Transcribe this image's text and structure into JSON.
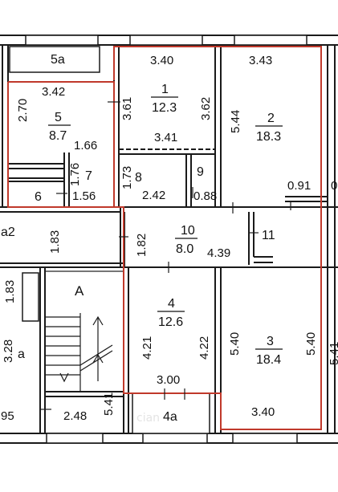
{
  "plan": {
    "rooms": [
      {
        "id": "room-5a",
        "number": "5a"
      },
      {
        "id": "room-1",
        "number": "1",
        "area": "12.3"
      },
      {
        "id": "room-2",
        "number": "2",
        "area": "18.3"
      },
      {
        "id": "room-5",
        "number": "5",
        "area": "8.7"
      },
      {
        "id": "room-6",
        "number": "6"
      },
      {
        "id": "room-7",
        "number": "7"
      },
      {
        "id": "room-8",
        "number": "8"
      },
      {
        "id": "room-9",
        "number": "9"
      },
      {
        "id": "room-10",
        "number": "10",
        "area": "8.0"
      },
      {
        "id": "room-11",
        "number": "11"
      },
      {
        "id": "room-a2",
        "number": "a2"
      },
      {
        "id": "room-a",
        "number": "a"
      },
      {
        "id": "room-4",
        "number": "4",
        "area": "12.6"
      },
      {
        "id": "room-3",
        "number": "3",
        "area": "18.4"
      },
      {
        "id": "room-4a",
        "number": "4a"
      },
      {
        "id": "stair-a",
        "number": "A"
      }
    ],
    "dimensions": {
      "r1_top": "3.40",
      "r1_left": "3.61",
      "r1_right": "3.62",
      "r1_bottom": "3.41",
      "r2_top": "3.43",
      "r2_left": "5.44",
      "r2_side": "0.91",
      "r5_top": "3.42",
      "r5_left": "2.70",
      "r5_bottom": "1.66",
      "r7_left": "1.76",
      "r7_bottom": "1.56",
      "r8_left": "1.73",
      "r8_bottom": "2.42",
      "r9_bottom": "0.88",
      "r10_left": "1.82",
      "r10_bottom": "4.39",
      "a2_height": "1.83",
      "a_top": "1.83",
      "a_side": "3.28",
      "a_bottom": "95",
      "stair_width": "2.48",
      "stair_height": "5.41",
      "r4_left": "4.21",
      "r4_right": "4.22",
      "r4_bottom": "3.00",
      "r3_left": "5.40",
      "r3_right": "5.40",
      "r3_bottom": "3.40",
      "far_right": "5.41",
      "far_right_top": "0"
    },
    "watermark": "cian"
  }
}
